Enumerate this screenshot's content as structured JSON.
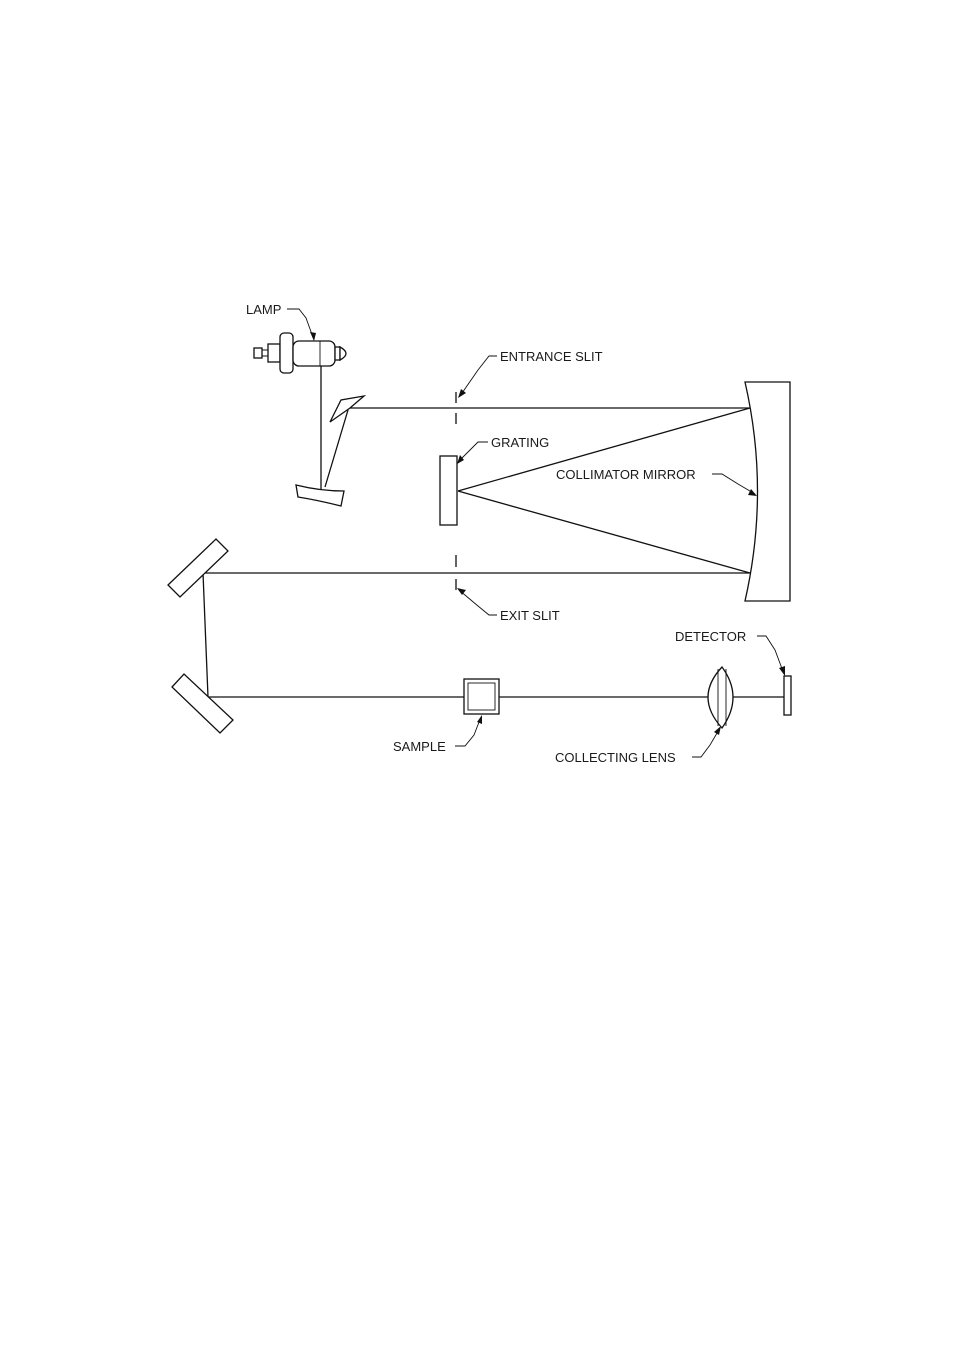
{
  "diagram": {
    "labels": {
      "lamp": "LAMP",
      "entrance_slit": "ENTRANCE SLIT",
      "grating": "GRATING",
      "collimator_mirror": "COLLIMATOR MIRROR",
      "exit_slit": "EXIT SLIT",
      "detector": "DETECTOR",
      "sample": "SAMPLE",
      "collecting_lens": "COLLECTING LENS"
    }
  }
}
